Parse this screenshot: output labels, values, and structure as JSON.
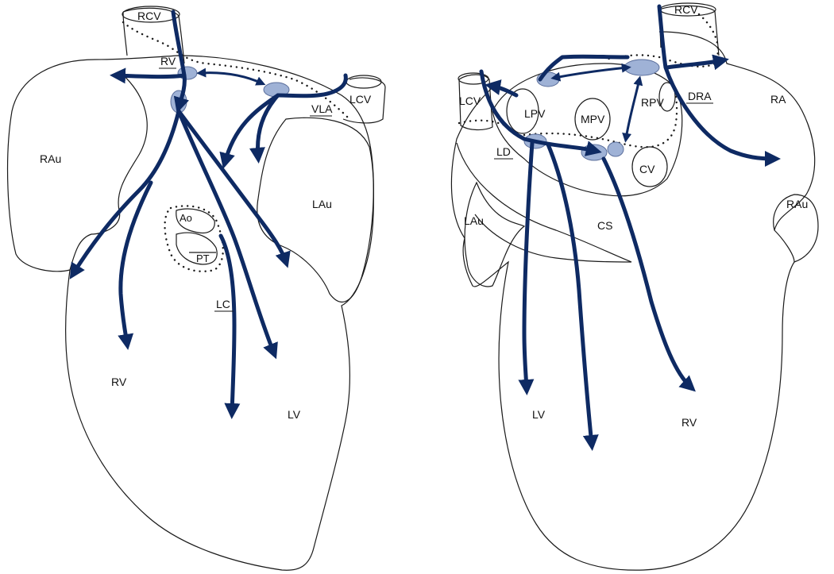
{
  "figure": {
    "left_heart": {
      "labels": {
        "rcv": "RCV",
        "rv_gp": "RV",
        "vla": "VLA",
        "lcv": "LCV",
        "rau": "RAu",
        "lau": "LAu",
        "ao": "Ao",
        "pt": "PT",
        "lc": "LC",
        "rv": "RV",
        "lv": "LV"
      }
    },
    "right_heart": {
      "labels": {
        "rcv": "RCV",
        "lcv": "LCV",
        "lpv": "LPV",
        "mpv": "MPV",
        "rpv": "RPV",
        "dra": "DRA",
        "ra": "RA",
        "ld": "LD",
        "cv": "CV",
        "lau": "LAu",
        "cs": "CS",
        "rau": "RAu",
        "lv": "LV",
        "rv": "RV"
      }
    }
  }
}
